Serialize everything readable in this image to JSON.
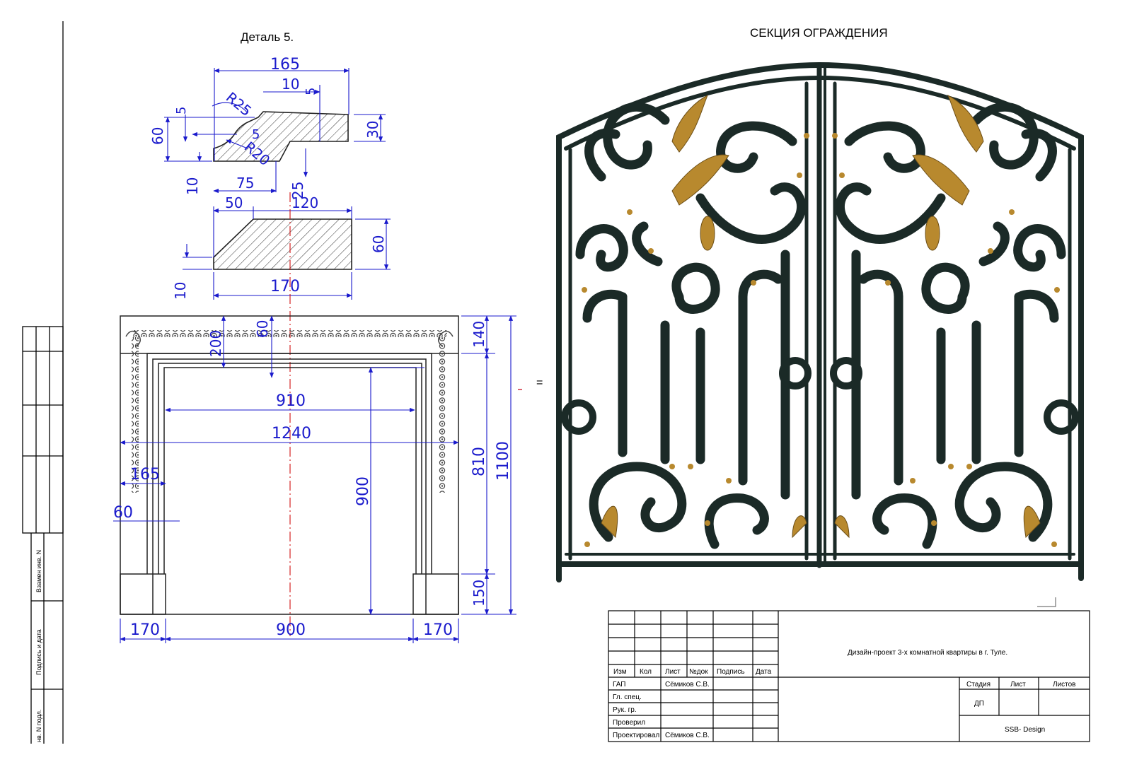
{
  "detail_title": "Деталь 5.",
  "section_title": "СЕКЦИЯ ОГРАЖДЕНИЯ",
  "equals_sign": "=",
  "profile_dims": {
    "top_width": "165",
    "step": "10",
    "gap_top": "5",
    "r_upper": "R25",
    "gap_left": "5",
    "height": "60",
    "inner_gap": "5",
    "r_lower": "R20",
    "right_height": "30",
    "bottom_offset": "10",
    "base_width": "75",
    "drop": "25"
  },
  "slab_dims": {
    "chamfer": "50",
    "top": "120",
    "height": "60",
    "bottom_offset": "10",
    "width": "170"
  },
  "frame_dims": {
    "top_band": "140",
    "frieze": "200",
    "lintel": "60",
    "opening_width": "910",
    "overall_width": "1240",
    "inner_height": "810",
    "overall_height": "1100",
    "opening_height": "900",
    "pilaster": "165",
    "pilaster_inner": "60",
    "plinth": "150",
    "left_base": "170",
    "base_opening": "900",
    "right_base": "170"
  },
  "left_margin": {
    "replaced": "Взамен инв. N",
    "signature": "Подпись и дата",
    "inventory": "нв. N подл."
  },
  "stamp": {
    "headers": {
      "change": "Изм",
      "count": "Кол",
      "sheet": "Лист",
      "doc": "№док",
      "signature": "Подпись",
      "date": "Дата"
    },
    "project_title": "Дизайн-проект 3-х комнатной квартиры в г. Туле.",
    "roles": [
      {
        "role": "ГАП",
        "name": "Сёмиков С.В."
      },
      {
        "role": "Гл. спец.",
        "name": ""
      },
      {
        "role": "Рук. гр.",
        "name": ""
      },
      {
        "role": "Проверил",
        "name": ""
      },
      {
        "role": "Проектировал",
        "name": "Сёмиков С.В."
      }
    ],
    "stage_label": "Стадия",
    "sheet_label": "Лист",
    "sheets_label": "Листов",
    "stage_value": "ДП",
    "company": "SSB- Design"
  },
  "colors": {
    "dimension": "#1a1acc",
    "axis": "#d01010",
    "iron": "#1b2a27",
    "gold": "#b8892e"
  }
}
